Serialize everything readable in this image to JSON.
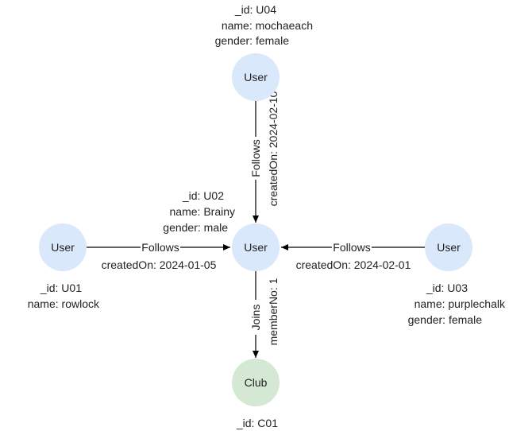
{
  "colors": {
    "user_fill": "#dae8fc",
    "club_fill": "#d5e8d4",
    "edge": "#000000",
    "text": "#222222"
  },
  "nodes": {
    "u04": {
      "label": "User",
      "props": [
        "_id: U04",
        "name: mochaeach",
        "gender: female"
      ]
    },
    "u02": {
      "label": "User",
      "props": [
        "_id: U02",
        "name: Brainy",
        "gender: male"
      ]
    },
    "u01": {
      "label": "User",
      "props": [
        "_id: U01",
        "name: rowlock"
      ]
    },
    "u03": {
      "label": "User",
      "props": [
        "_id: U03",
        "name: purplechalk",
        "gender: female"
      ]
    },
    "c01": {
      "label": "Club",
      "props": [
        "_id: C01"
      ]
    }
  },
  "edges": {
    "u04_u02": {
      "type": "Follows",
      "prop": "createdOn: 2024-02-10"
    },
    "u01_u02": {
      "type": "Follows",
      "prop": "createdOn: 2024-01-05"
    },
    "u03_u02": {
      "type": "Follows",
      "prop": "createdOn: 2024-02-01"
    },
    "u02_c01": {
      "type": "Joins",
      "prop": "memberNo: 1"
    }
  }
}
